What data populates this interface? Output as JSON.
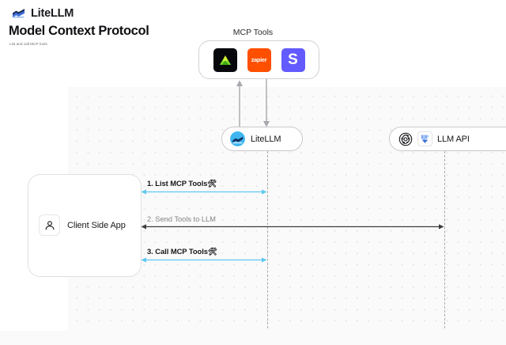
{
  "brand": {
    "name": "LiteLLM",
    "logo_icon": "litellm-logo-icon"
  },
  "header": {
    "title": "Model Context Protocol",
    "subtitle": "List and call MCP tools"
  },
  "canvas": {
    "background_color": "#fafafa",
    "dot_color": "#e4e4e6"
  },
  "mcp_tools_group": {
    "title": "MCP Tools",
    "tools": [
      {
        "name": "bright-data-tool",
        "icon": "green-triangle-icon",
        "background": "#06080c",
        "label": ""
      },
      {
        "name": "zapier-tool",
        "icon": "zapier-wordmark-icon",
        "background": "#ff4f00",
        "label": "zapier"
      },
      {
        "name": "stripe-tool",
        "icon": "stripe-s-icon",
        "background": "#635bff",
        "label": "S"
      }
    ]
  },
  "nodes": {
    "litellm": {
      "label": "LiteLLM",
      "icon": "litellm-avatar-icon"
    },
    "llm_api": {
      "label": "LLM API",
      "icons": [
        "openai-logo-icon",
        "anthropic-vertex-icon"
      ]
    },
    "client": {
      "label": "Client Side App",
      "icon": "user-icon"
    }
  },
  "messages": [
    {
      "id": "msg-1",
      "label": "1. List MCP Tools",
      "tool_glyph": "🛠",
      "color": "#5ec8f2",
      "direction": "bidirectional",
      "style": "solid"
    },
    {
      "id": "msg-2",
      "label": "2. Send Tools to LLM",
      "tool_glyph": "",
      "color": "#3d3d42",
      "direction": "bidirectional",
      "style": "solid"
    },
    {
      "id": "msg-3",
      "label": "3. Call MCP Tools",
      "tool_glyph": "🛠",
      "color": "#5ec8f2",
      "direction": "bidirectional",
      "style": "solid"
    }
  ],
  "connectors": [
    {
      "name": "litellm-to-tools-up",
      "direction": "up",
      "color": "#a0a0a6"
    },
    {
      "name": "tools-to-litellm-down",
      "direction": "down",
      "color": "#a0a0a6"
    }
  ]
}
